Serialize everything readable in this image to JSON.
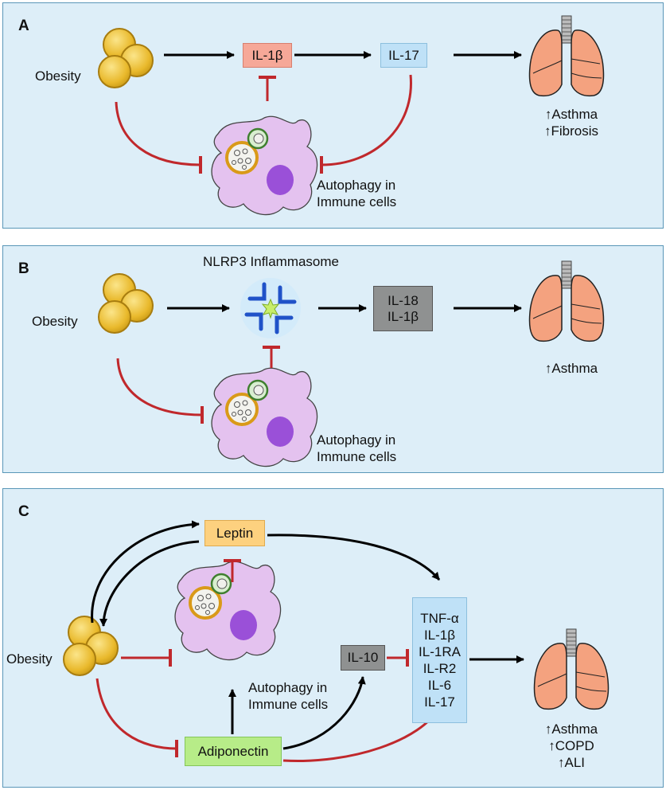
{
  "panel_a": {
    "label": "A",
    "obesity": "Obesity",
    "box1": "IL-1β",
    "box2": "IL-17",
    "cell_label": [
      "Autophagy in",
      "Immune cells"
    ],
    "outcomes": [
      "↑Asthma",
      "↑Fibrosis"
    ]
  },
  "panel_b": {
    "label": "B",
    "obesity": "Obesity",
    "inflammasome": "NLRP3 Inflammasome",
    "box": [
      "IL-18",
      "IL-1β"
    ],
    "cell_label": [
      "Autophagy in",
      "Immune cells"
    ],
    "outcomes": [
      "↑Asthma"
    ]
  },
  "panel_c": {
    "label": "C",
    "obesity": "Obesity",
    "leptin": "Leptin",
    "il10": "IL-10",
    "adiponectin": "Adiponectin",
    "cytokines": [
      "TNF-α",
      "IL-1β",
      "IL-1RA",
      "IL-R2",
      "IL-6",
      "IL-17"
    ],
    "cell_label": [
      "Autophagy in",
      "Immune cells"
    ],
    "outcomes": [
      "↑Asthma",
      "↑COPD",
      "↑ALI"
    ]
  },
  "colors": {
    "panel_bg": "#ddeef8",
    "panel_border": "#5a97b8",
    "inhibit": "#c0282c",
    "activate": "#000000",
    "fat_cell": "#e9b92c",
    "cell_body": "#e4c2ef",
    "nucleus": "#9a50d8",
    "lung": "#f4a27f"
  },
  "icons": [
    "fat-cells-icon",
    "immune-cell-icon",
    "lungs-icon",
    "inflammasome-icon"
  ]
}
